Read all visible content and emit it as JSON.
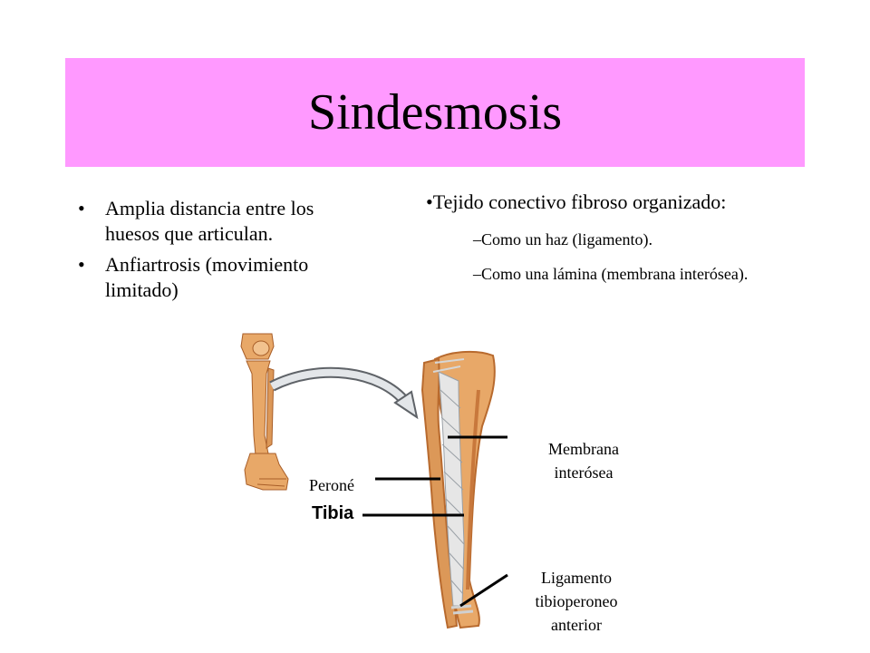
{
  "slide": {
    "title": "Sindesmosis",
    "left_bullets": [
      "Amplia distancia entre los huesos que articulan.",
      "Anfiartrosis (movimiento limitado)"
    ],
    "right_heading": "•Tejido conectivo fibroso organizado:",
    "right_subitems": [
      "–Como un haz (ligamento).",
      "–Como una lámina (membrana interósea)."
    ]
  },
  "figure": {
    "labels": {
      "perone": "Peroné",
      "tibia": "Tibia",
      "membrana_line1": "Membrana",
      "membrana_line2": "interósea",
      "ligamento_line1": "Ligamento",
      "ligamento_line2": "tibioperoneo",
      "ligamento_line3": "anterior"
    },
    "colors": {
      "title_band": "#ff99ff",
      "bone": "#e8a868",
      "bone_shade": "#c8783c",
      "membrane": "#e6e6e6",
      "arrow": "#9aa0a6"
    }
  }
}
